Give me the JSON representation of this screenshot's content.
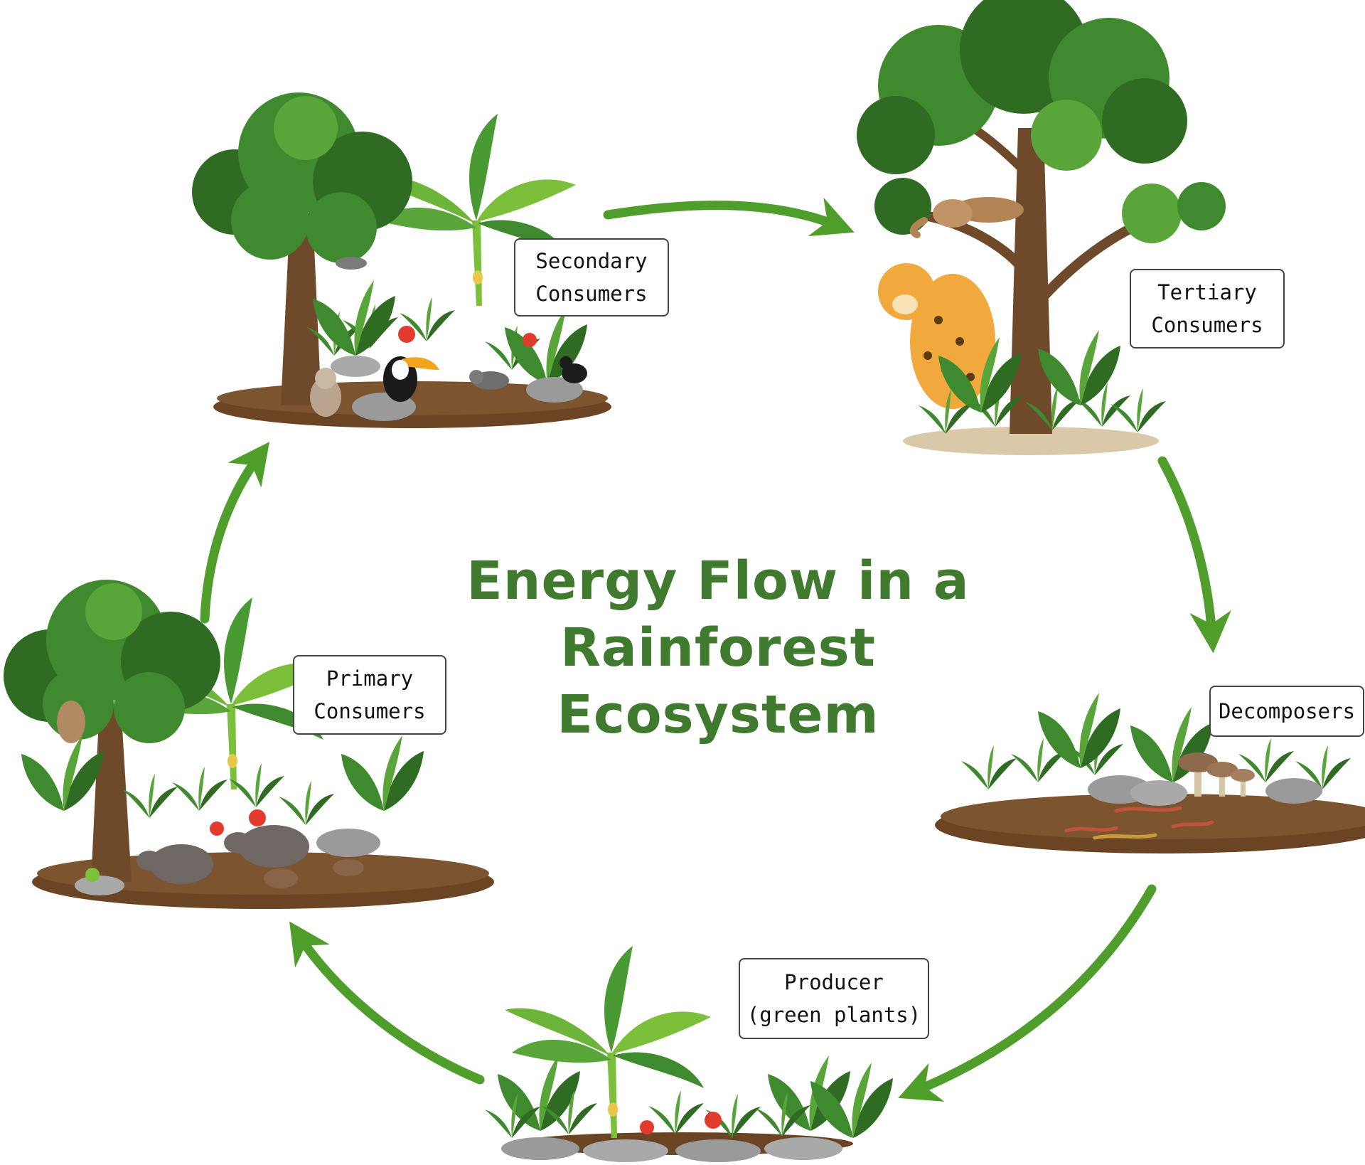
{
  "title": {
    "line1": "Energy Flow in a",
    "line2": "Rainforest Ecosystem"
  },
  "nodes": {
    "secondary": {
      "line1": "Secondary",
      "line2": "Consumers"
    },
    "tertiary": {
      "line1": "Tertiary",
      "line2": "Consumers"
    },
    "decomposers": {
      "line1": "Decomposers"
    },
    "producer": {
      "line1": "Producer",
      "line2": "(green plants)"
    },
    "primary": {
      "line1": "Primary",
      "line2": "Consumers"
    }
  },
  "colors": {
    "arrow": "#4f9e2c",
    "title": "#3f7a2f",
    "soil": "#6b4423",
    "foliage_dark": "#2f6b22",
    "foliage_mid": "#3f8a2f",
    "foliage_light": "#7cbf3a",
    "trunk": "#6e4a2a",
    "rock": "#9a9a9a"
  },
  "icons": [
    "rainforest-tree-icon",
    "banana-plant-icon",
    "fern-icon",
    "rock-icon",
    "mushroom-icon",
    "worm-icon",
    "animal-icon",
    "flower-icon",
    "snake-icon",
    "leopard-icon"
  ]
}
